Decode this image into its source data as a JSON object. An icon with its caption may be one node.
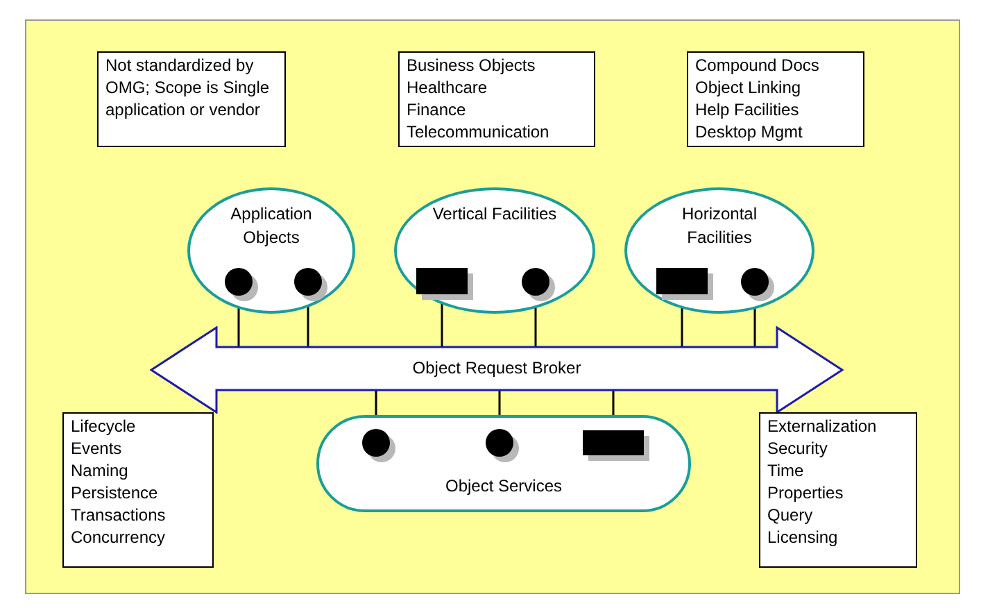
{
  "diagram": {
    "nodes": [
      {
        "text": [
          "Not standardized by OMG; Scope is Single application or vendor"
        ]
      },
      {
        "text": [
          "Business Objects",
          "Healthcare",
          "Finance",
          "Telecommunication"
        ]
      },
      {
        "text": [
          "Compound Docs",
          "Object Linking",
          "Help Facilities",
          "Desktop Mgmt"
        ]
      },
      {
        "text": [
          "Application Objects"
        ]
      },
      {
        "text": [],
        "shape": "circle",
        "in": 3
      },
      {
        "text": [],
        "shape": "circle",
        "in": 3
      },
      {
        "text": [
          "Vertical Facilities"
        ]
      },
      {
        "text": [],
        "shape": "box",
        "in": 6
      },
      {
        "text": [],
        "shape": "circle",
        "in": 6
      },
      {
        "text": [
          "Horizontal Facilities"
        ]
      },
      {
        "text": [],
        "shape": "box",
        "in": 9
      },
      {
        "text": [],
        "shape": "circle",
        "in": 9
      },
      {
        "text": [
          "Object Request Broker"
        ]
      },
      {
        "text": [
          "Object Services"
        ]
      },
      {
        "text": [],
        "shape": "circle",
        "in": 13
      },
      {
        "text": [],
        "shape": "circle",
        "in": 13
      },
      {
        "text": [],
        "shape": "box",
        "in": 13
      },
      {
        "text": [
          "Lifecycle",
          "Events",
          "Naming",
          "Persistence",
          "Transactions",
          "Concurrency"
        ]
      },
      {
        "text": [
          "Externalization",
          "Security",
          "Time",
          "Properties",
          "Query",
          "Licensing"
        ]
      }
    ],
    "edges": [
      {
        "from": 4,
        "to": 12,
        "arrow": "none"
      },
      {
        "from": 5,
        "to": 12,
        "arrow": "none"
      },
      {
        "from": 7,
        "to": 12,
        "arrow": "none"
      },
      {
        "from": 8,
        "to": 12,
        "arrow": "none"
      },
      {
        "from": 10,
        "to": 12,
        "arrow": "none"
      },
      {
        "from": 11,
        "to": 12,
        "arrow": "none"
      },
      {
        "from": 14,
        "to": 12,
        "arrow": "none"
      },
      {
        "from": 15,
        "to": 12,
        "arrow": "none"
      },
      {
        "from": 16,
        "to": 12,
        "arrow": "none"
      }
    ]
  }
}
